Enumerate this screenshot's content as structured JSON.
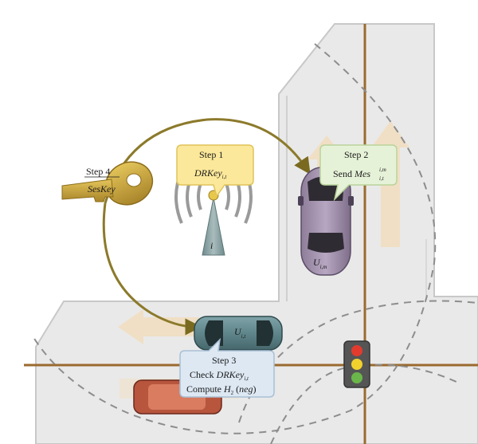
{
  "steps": {
    "step1": {
      "title": "Step 1",
      "line1": "DRKey",
      "line1_sub": "i,t"
    },
    "step2": {
      "title": "Step 2",
      "prefix": "Send ",
      "mes": "Mes",
      "mes_sup": "i,m",
      "mes_sub": "i,t"
    },
    "step3": {
      "title": "Step 3",
      "line1_prefix": "Check ",
      "line1_key": "DRKey",
      "line1_sub": "i,t",
      "line2_prefix": "Compute ",
      "line2_h": "H",
      "line2_h_sub": "2",
      "line2_arg": "(",
      "line2_neg": "neg",
      "line2_close": ")"
    },
    "step4": {
      "title": "Step 4",
      "line1": "SesKey"
    }
  },
  "nodes": {
    "tower_label": "i",
    "car_upper_label": "U",
    "car_upper_sub": "i,m",
    "car_lower_label": "U",
    "car_lower_sub": "i,t"
  },
  "colors": {
    "road": "#e9e9e9",
    "road_edge": "#bdbdbd",
    "lane_line": "#9a6a2e",
    "arrow": "#8a7a2a",
    "key": "#c9a53a",
    "step1_fill": "#fbe89a",
    "step2_fill": "#e6f2d8",
    "step3_fill": "#dde8f3"
  }
}
